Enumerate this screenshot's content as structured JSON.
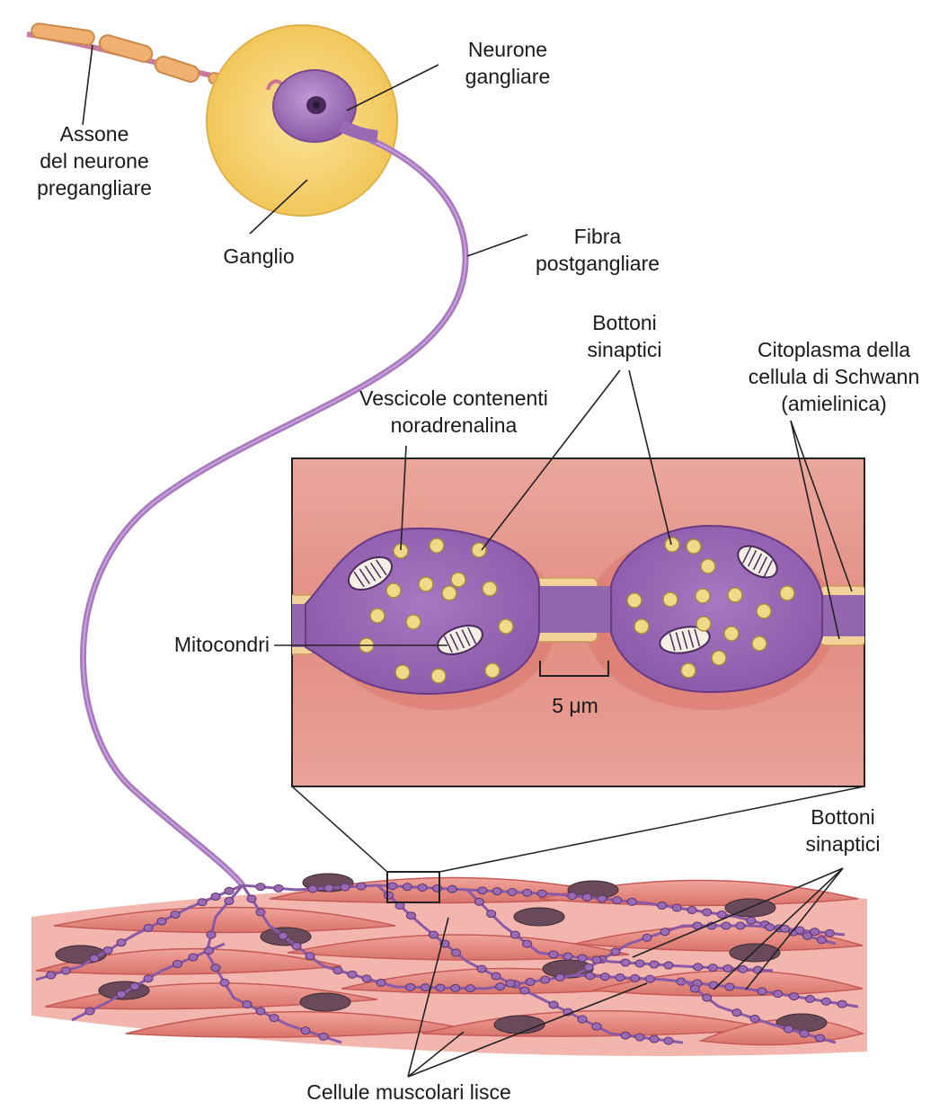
{
  "labels": {
    "axon": [
      "Assone",
      "del neurone",
      "pregangliare"
    ],
    "neuron": [
      "Neurone",
      "gangliare"
    ],
    "ganglion": "Ganglio",
    "fiber": [
      "Fibra",
      "postgangliare"
    ],
    "boutons_top": [
      "Bottoni",
      "sinaptici"
    ],
    "vesicles": [
      "Vescicole contenenti",
      "noradrenalina"
    ],
    "schwann": [
      "Citoplasma della",
      "cellula di Schwann",
      "(amielinica)"
    ],
    "mito": "Mitocondri",
    "scale": "5 μm",
    "boutons_bottom": [
      "Bottoni",
      "sinaptici"
    ],
    "smooth_muscle": "Cellule muscolari lisce"
  },
  "colors": {
    "ganglion": "#f7d36a",
    "neuron": "#9b6bb5",
    "inset_bg": "#e6958a",
    "muscle": "#e8867d",
    "nucleus": "#6a4a5a",
    "schwann": "#f2c98a",
    "vesicle": "#f0da8a"
  }
}
